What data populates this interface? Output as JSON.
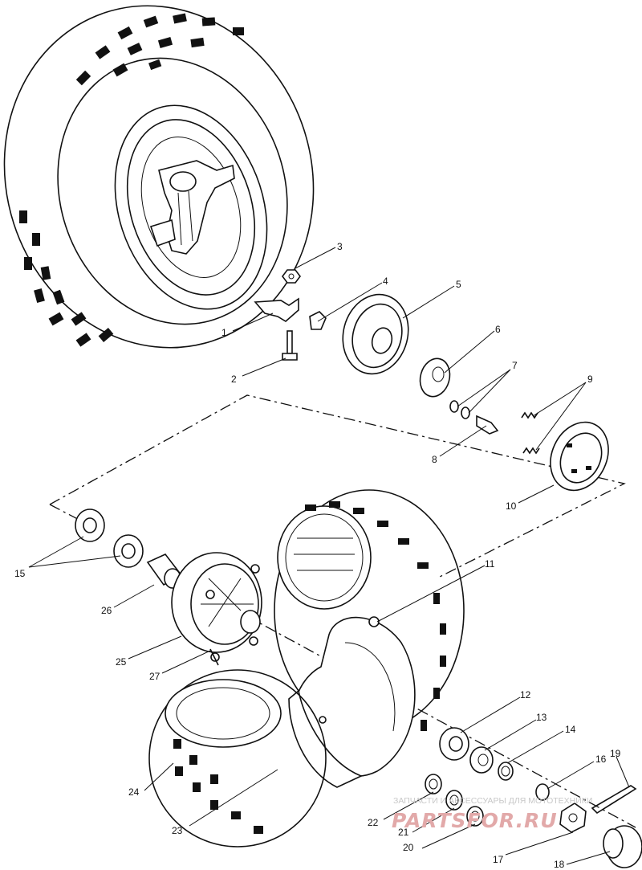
{
  "diagram": {
    "parts": [
      {
        "number": "1"
      },
      {
        "number": "2"
      },
      {
        "number": "3"
      },
      {
        "number": "4"
      },
      {
        "number": "5"
      },
      {
        "number": "6"
      },
      {
        "number": "7"
      },
      {
        "number": "8"
      },
      {
        "number": "9"
      },
      {
        "number": "10"
      },
      {
        "number": "11"
      },
      {
        "number": "12"
      },
      {
        "number": "13"
      },
      {
        "number": "14"
      },
      {
        "number": "15"
      },
      {
        "number": "16"
      },
      {
        "number": "17"
      },
      {
        "number": "18"
      },
      {
        "number": "19"
      },
      {
        "number": "20"
      },
      {
        "number": "21"
      },
      {
        "number": "22"
      },
      {
        "number": "23"
      },
      {
        "number": "24"
      },
      {
        "number": "25"
      },
      {
        "number": "26"
      },
      {
        "number": "27"
      }
    ]
  },
  "watermark": {
    "tagline": "ЗАПЧАСТИ И АКСЕССУАРЫ ДЛЯ МОТОТЕХНИКИ",
    "logo": "PARTSFOR.RU"
  }
}
